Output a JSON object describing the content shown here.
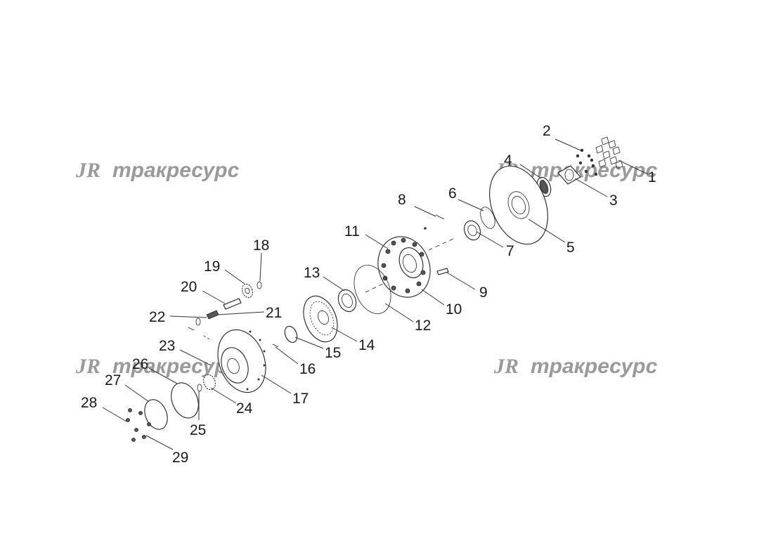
{
  "watermark": {
    "logo": "ЈR",
    "text": "тракресурс"
  },
  "labels": [
    "1",
    "2",
    "3",
    "4",
    "5",
    "6",
    "7",
    "8",
    "9",
    "10",
    "11",
    "12",
    "13",
    "14",
    "15",
    "16",
    "17",
    "18",
    "19",
    "20",
    "21",
    "22",
    "23",
    "24",
    "25",
    "26",
    "27",
    "28",
    "29"
  ]
}
